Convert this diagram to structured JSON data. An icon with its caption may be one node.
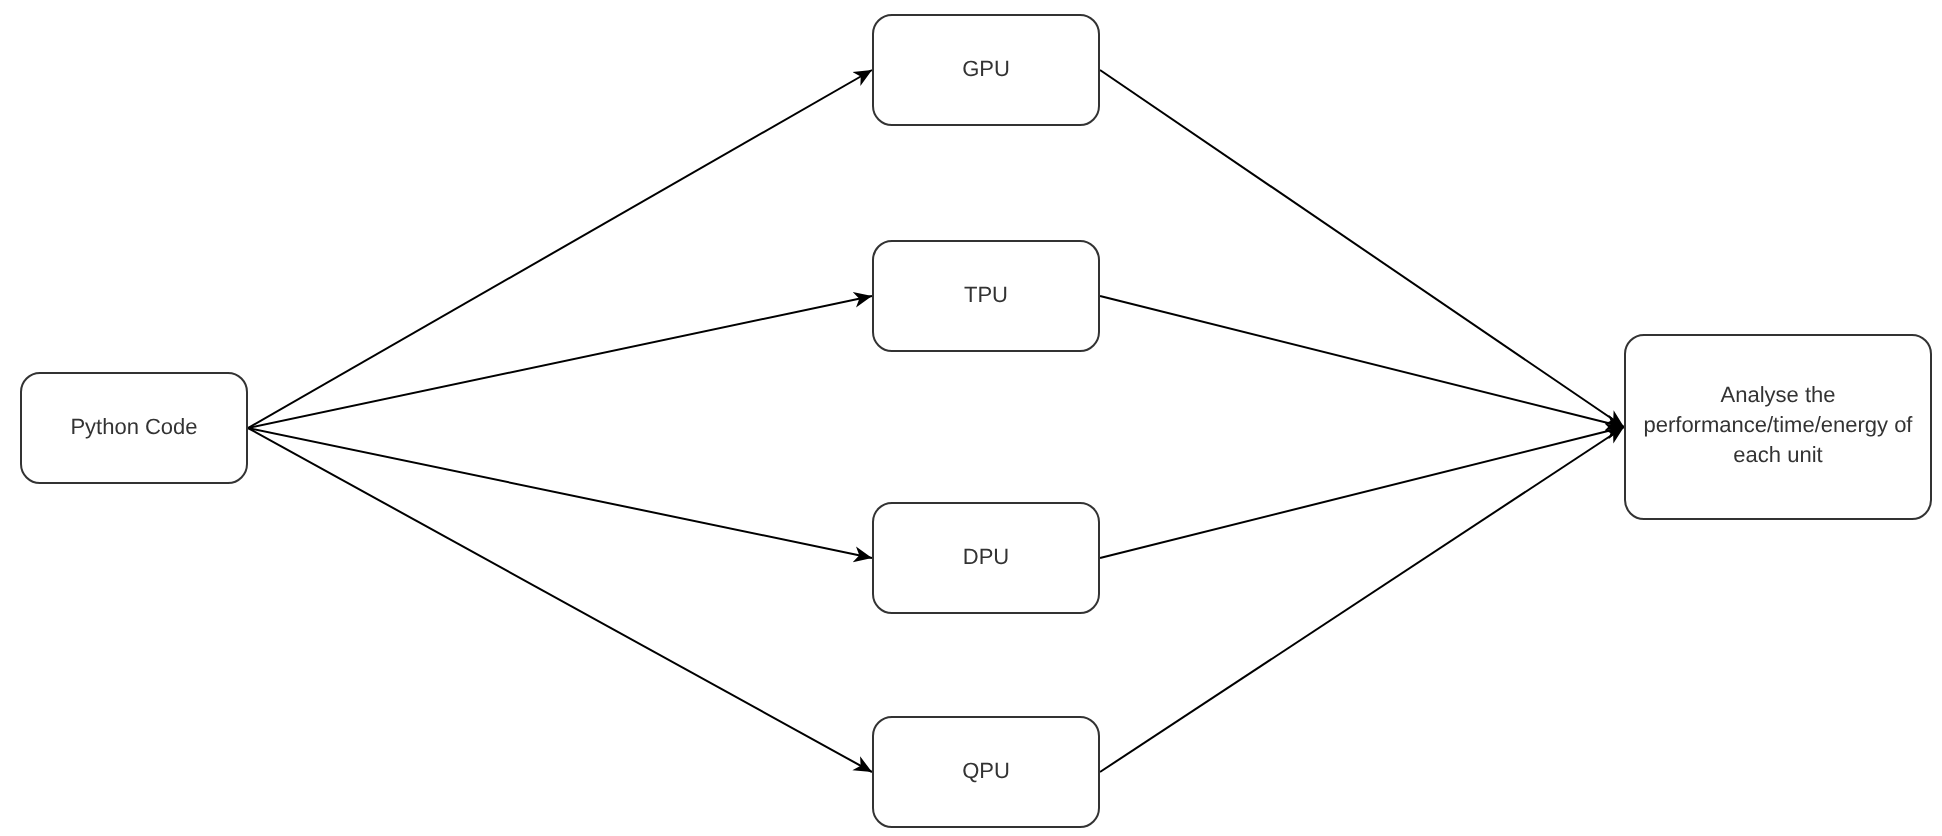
{
  "diagram": {
    "nodes": [
      {
        "text": [
          "Python Code"
        ]
      },
      {
        "text": [
          "GPU"
        ]
      },
      {
        "text": [
          "TPU"
        ]
      },
      {
        "text": [
          "DPU"
        ]
      },
      {
        "text": [
          "QPU"
        ]
      },
      {
        "text": [
          "Analyse the performance/time/energy of each unit"
        ]
      }
    ],
    "edges": [
      {
        "from": 0,
        "to": 1,
        "arrow": "to"
      },
      {
        "from": 0,
        "to": 2,
        "arrow": "to"
      },
      {
        "from": 0,
        "to": 3,
        "arrow": "to"
      },
      {
        "from": 0,
        "to": 4,
        "arrow": "to"
      },
      {
        "from": 1,
        "to": 5,
        "arrow": "to"
      },
      {
        "from": 2,
        "to": 5,
        "arrow": "to"
      },
      {
        "from": 3,
        "to": 5,
        "arrow": "to"
      },
      {
        "from": 4,
        "to": 5,
        "arrow": "to"
      }
    ]
  }
}
